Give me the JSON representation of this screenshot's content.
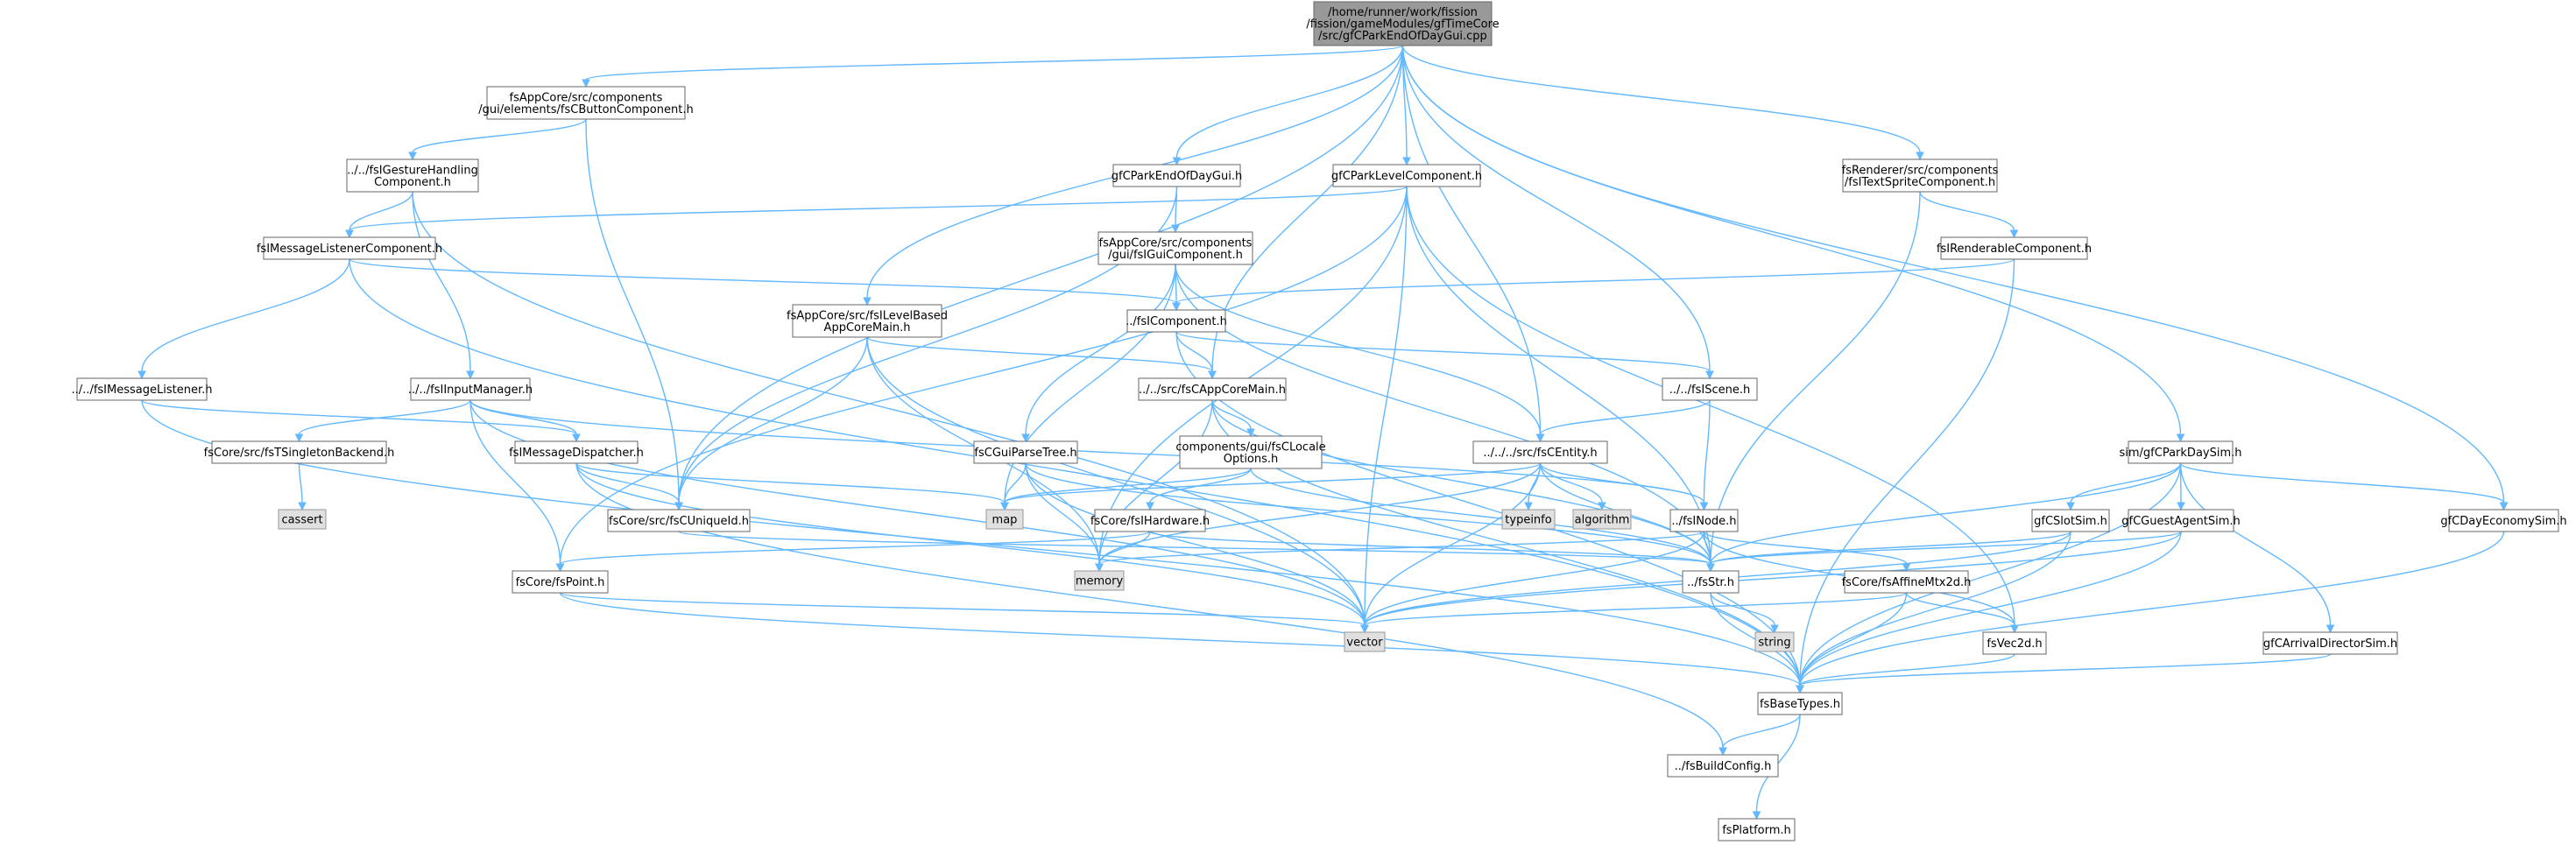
{
  "colors": {
    "edge": "#63b8ff",
    "node_border": "#666666",
    "root_fill": "#999999",
    "system_fill": "#e0e0e0"
  },
  "nodes": {
    "root": {
      "lines": [
        "/home/runner/work/fission",
        "/fission/gameModules/gfTimeCore",
        "/src/gfCParkEndOfDayGui.cpp"
      ]
    },
    "buttonComp": {
      "lines": [
        "fsAppCore/src/components",
        "/gui/elements/fsCButtonComponent.h"
      ]
    },
    "gestureComp": {
      "lines": [
        "../../fsIGestureHandling",
        "Component.h"
      ]
    },
    "endOfDayGuiH": {
      "lines": [
        "gfCParkEndOfDayGui.h"
      ]
    },
    "parkLevelComp": {
      "lines": [
        "gfCParkLevelComponent.h"
      ]
    },
    "textSpriteComp": {
      "lines": [
        "fsRenderer/src/components",
        "/fsITextSpriteComponent.h"
      ]
    },
    "msgListenerComp": {
      "lines": [
        "fsIMessageListenerComponent.h"
      ]
    },
    "guiComp": {
      "lines": [
        "fsAppCore/src/components",
        "/gui/fsIGuiComponent.h"
      ]
    },
    "renderableComp": {
      "lines": [
        "fsIRenderableComponent.h"
      ]
    },
    "levelBasedMain": {
      "lines": [
        "fsAppCore/src/fsILevelBased",
        "AppCoreMain.h"
      ]
    },
    "iComponent": {
      "lines": [
        "../fsIComponent.h"
      ]
    },
    "msgListener": {
      "lines": [
        "../../fsIMessageListener.h"
      ]
    },
    "inputManager": {
      "lines": [
        "../../fsIInputManager.h"
      ]
    },
    "appCoreMain": {
      "lines": [
        "../../src/fsCAppCoreMain.h"
      ]
    },
    "iScene": {
      "lines": [
        "../../fsIScene.h"
      ]
    },
    "singletonBackend": {
      "lines": [
        "fsCore/src/fsTSingletonBackend.h"
      ]
    },
    "msgDispatcher": {
      "lines": [
        "fsIMessageDispatcher.h"
      ]
    },
    "guiParseTree": {
      "lines": [
        "fsCGuiParseTree.h"
      ]
    },
    "localeOptions": {
      "lines": [
        "components/gui/fsCLocale",
        "Options.h"
      ]
    },
    "cEntity": {
      "lines": [
        "../../../src/fsCEntity.h"
      ]
    },
    "parkDaySim": {
      "lines": [
        "sim/gfCParkDaySim.h"
      ]
    },
    "cassert": {
      "lines": [
        "cassert"
      ]
    },
    "uniqueId": {
      "lines": [
        "fsCore/src/fsCUniqueId.h"
      ]
    },
    "map": {
      "lines": [
        "map"
      ]
    },
    "hardware": {
      "lines": [
        "fsCore/fsIHardware.h"
      ]
    },
    "typeinfo": {
      "lines": [
        "typeinfo"
      ]
    },
    "algorithm": {
      "lines": [
        "algorithm"
      ]
    },
    "iNode": {
      "lines": [
        "../fsINode.h"
      ]
    },
    "slotSim": {
      "lines": [
        "gfCSlotSim.h"
      ]
    },
    "guestAgentSim": {
      "lines": [
        "gfCGuestAgentSim.h"
      ]
    },
    "dayEconomySim": {
      "lines": [
        "gfCDayEconomySim.h"
      ]
    },
    "point": {
      "lines": [
        "fsCore/fsPoint.h"
      ]
    },
    "memory": {
      "lines": [
        "memory"
      ]
    },
    "fsStr": {
      "lines": [
        "../fsStr.h"
      ]
    },
    "affineMtx": {
      "lines": [
        "fsCore/fsAffineMtx2d.h"
      ]
    },
    "vector": {
      "lines": [
        "vector"
      ]
    },
    "string": {
      "lines": [
        "string"
      ]
    },
    "vec2d": {
      "lines": [
        "fsVec2d.h"
      ]
    },
    "arrivalDirector": {
      "lines": [
        "gfCArrivalDirectorSim.h"
      ]
    },
    "baseTypes": {
      "lines": [
        "fsBaseTypes.h"
      ]
    },
    "buildConfig": {
      "lines": [
        "../fsBuildConfig.h"
      ]
    },
    "platform": {
      "lines": [
        "fsPlatform.h"
      ]
    }
  }
}
